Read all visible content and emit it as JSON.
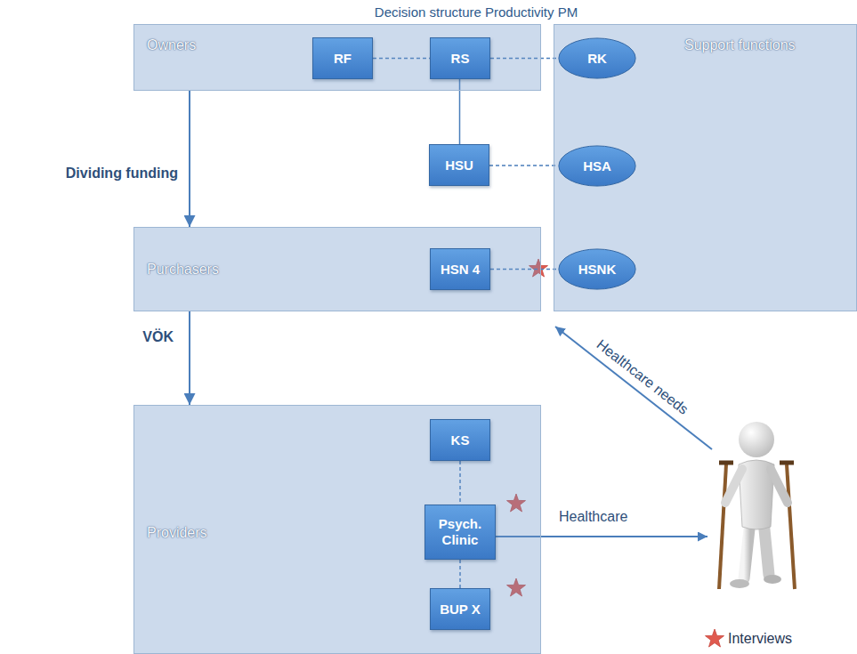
{
  "diagram": {
    "title": "Decision structure Productivity PM",
    "nodes": [
      {
        "text": [
          "Owners"
        ]
      },
      {
        "text": [
          "RF"
        ],
        "in": 0
      },
      {
        "text": [
          "RS"
        ],
        "in": 0
      },
      {
        "text": [
          "Support functions"
        ]
      },
      {
        "text": [
          "RK"
        ],
        "in": 3
      },
      {
        "text": [
          "HSU"
        ]
      },
      {
        "text": [
          "HSA"
        ],
        "in": 3
      },
      {
        "text": [
          "Purchasers"
        ]
      },
      {
        "text": [
          "HSN 4"
        ],
        "in": 7
      },
      {
        "text": [
          "HSNK"
        ],
        "in": 3
      },
      {
        "text": [
          "Providers"
        ]
      },
      {
        "text": [
          "KS"
        ],
        "in": 10
      },
      {
        "text": [
          "Psych. Clinic"
        ],
        "in": 10
      },
      {
        "text": [
          "BUP X"
        ],
        "in": 10
      }
    ],
    "edges": [
      {
        "from": 0,
        "to": 7,
        "arrow": "to",
        "label": "Dividing funding"
      },
      {
        "from": 7,
        "to": 10,
        "arrow": "to",
        "label": "VÖK"
      },
      {
        "from": 1,
        "to": 2,
        "arrow": "none"
      },
      {
        "from": 2,
        "to": 4,
        "arrow": "none"
      },
      {
        "from": 2,
        "to": 5,
        "arrow": "none"
      },
      {
        "from": 5,
        "to": 6,
        "arrow": "none"
      },
      {
        "from": 8,
        "to": 9,
        "arrow": "none"
      },
      {
        "from": 11,
        "to": 12,
        "arrow": "none"
      },
      {
        "from": 12,
        "to": 13,
        "arrow": "none"
      }
    ],
    "labels": [
      "Healthcare",
      "Healthcare needs"
    ],
    "legend": [
      {
        "text": "Interviews"
      }
    ]
  }
}
